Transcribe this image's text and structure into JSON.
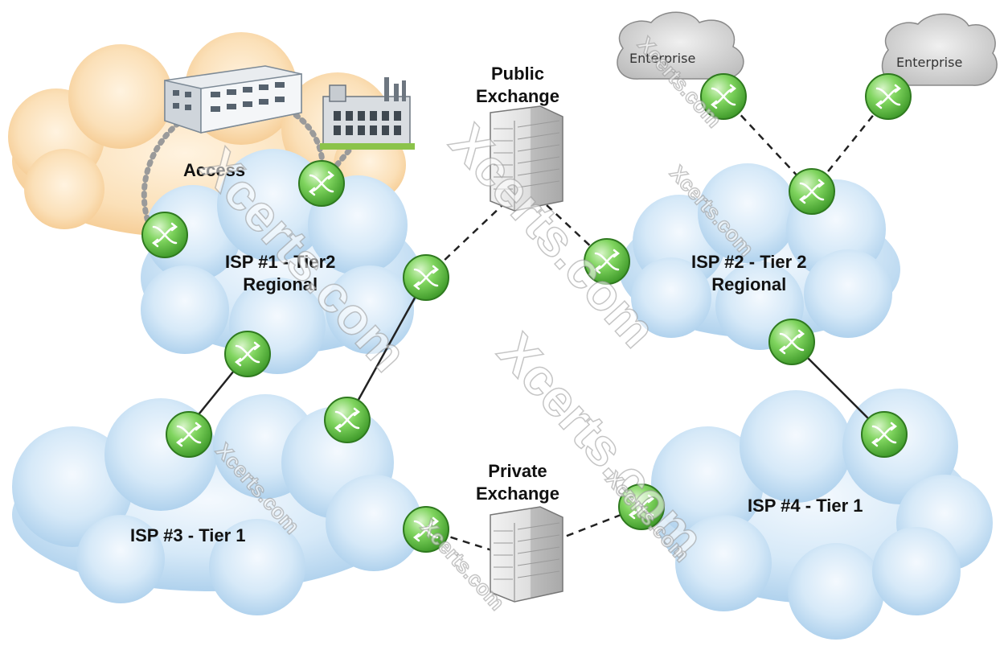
{
  "labels": {
    "access": "Access",
    "isp1_line1": "ISP #1 - Tier2",
    "isp1_line2": "Regional",
    "isp2_line1": "ISP #2 - Tier 2",
    "isp2_line2": "Regional",
    "isp3": "ISP #3 - Tier 1",
    "isp4": "ISP #4 - Tier 1",
    "public_line1": "Public",
    "public_line2": "Exchange",
    "private_line1": "Private",
    "private_line2": "Exchange",
    "enterprise_left": "Enterprise",
    "enterprise_right": "Enterprise"
  },
  "watermarks": [
    "Xcerts.com",
    "Xcerts.com",
    "Xcerts.com",
    "Xcerts.com",
    "Xcerts.com",
    "Xcerts.com",
    "Xcerts.com",
    "Xcerts.com"
  ],
  "colors": {
    "cloud_blue": "#b9d9f2",
    "cloud_orange": "#f8d3a0",
    "cloud_gray": "#d4d4d4",
    "router_green": "#6cc94d"
  },
  "icons": [
    "router-icon",
    "office-building-icon",
    "factory-icon",
    "server-tower-icon"
  ]
}
